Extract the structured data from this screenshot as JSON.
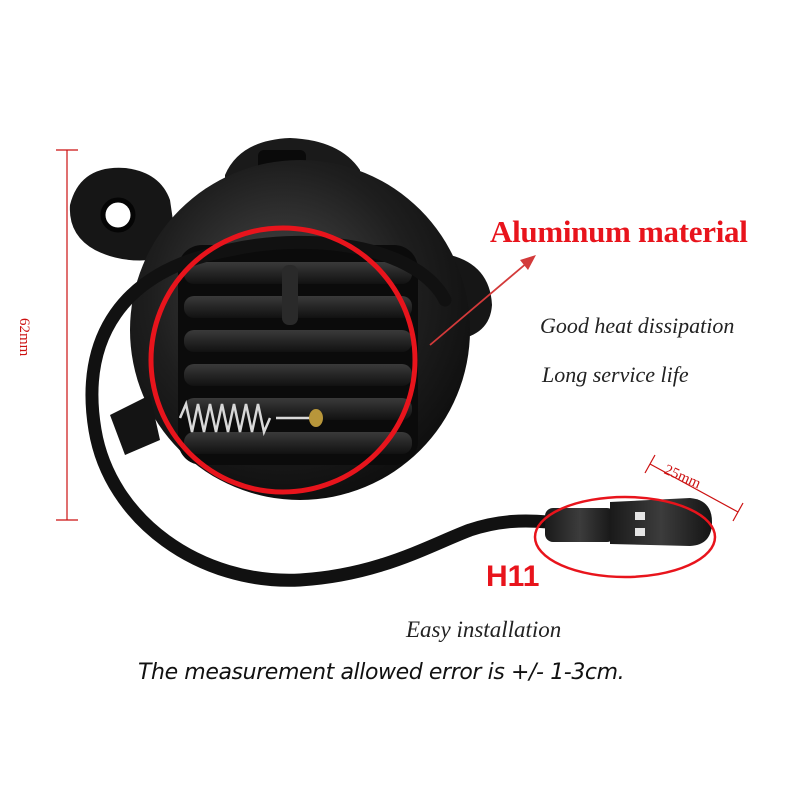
{
  "headline": "Aluminum material",
  "features": [
    "Good heat dissipation",
    "Long service life"
  ],
  "connector_label": "H11",
  "install_note": "Easy installation",
  "error_note": "The measurement allowed error is +/- 1-3cm.",
  "dim_height": "62mm",
  "dim_connector": "25mm",
  "colors": {
    "accent": "#e8141c",
    "body": "#1c1c1c",
    "text": "#222222"
  }
}
